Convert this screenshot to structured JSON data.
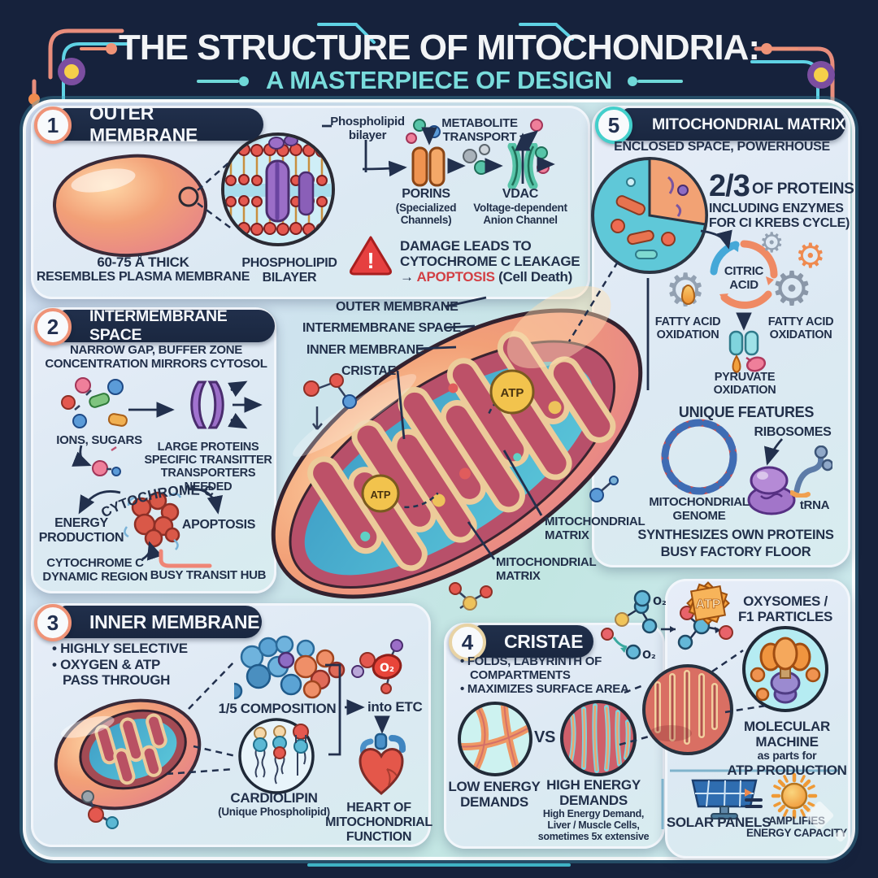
{
  "title": {
    "main": "THE STRUCTURE OF MITOCHONDRIA:",
    "subtitle": "A MASTERPIECE OF DESIGN"
  },
  "colors": {
    "background_navy": "#16223c",
    "panel_light": "#e3ecf6",
    "header_navy": "#1d2b45",
    "accent_teal": "#6fd8d8",
    "accent_salmon": "#ef9377",
    "warning_red": "#e64040",
    "apoptosis_red": "#d23f44",
    "atp_yellow": "#f2c34d",
    "mito_orange": "#f0a172",
    "matrix_blue": "#3e9dc6",
    "cristae_red": "#bd5168"
  },
  "s": {
    "s1": {
      "num": "1",
      "title": "OUTER MEMBRANE",
      "thick": "60-75 Å THICK",
      "resembles": "RESEMBLES PLASMA MEMBRANE",
      "bilayer_cap": [
        "PHOSPHOLIPID",
        "BILAYER"
      ],
      "bilayer_label": [
        "Phospholipid",
        "bilayer"
      ],
      "metabolite": [
        "METABOLITE",
        "TRANSPORT"
      ],
      "porins": [
        "PORINS",
        "(Specialized",
        "Channels)"
      ],
      "vdac": [
        "VDAC",
        "Voltage-dependent",
        "Anion Channel"
      ],
      "bang": "!",
      "warn": [
        "DAMAGE LEADS TO",
        "CYTOCHROME C LEAKAGE"
      ],
      "warn_arrow": "→",
      "warn_red": "APOPTOSIS",
      "warn_tail": "(Cell Death)"
    },
    "s2": {
      "num": "2",
      "title": "INTERMEMBRANE SPACE",
      "sub": [
        "NARROW GAP, BUFFER ZONE",
        "CONCENTRATION MIRRORS CYTOSOL"
      ],
      "ions": "IONS, SUGARS",
      "large": [
        "LARGE PROTEINS",
        "SPECIFIC TRANSITTER",
        "TRANSPORTERS",
        "NEEDED"
      ],
      "arc": "CYTOCHROME C",
      "energy": [
        "ENERGY",
        "PRODUCTION"
      ],
      "apoptosis": "APOPTOSIS",
      "cytdyn": [
        "CYTOCHROME C",
        "DYNAMIC REGION"
      ],
      "transit": "BUSY TRANSIT HUB"
    },
    "s3": {
      "num": "3",
      "title": "INNER MEMBRANE",
      "b1": "• HIGHLY SELECTIVE",
      "b2": [
        "• OXYGEN & ATP",
        "PASS THROUGH"
      ],
      "comp": "1/5 COMPOSITION",
      "cardio": [
        "CARDIOLIPIN",
        "(Unique Phospholipid)"
      ],
      "etc": "into ETC",
      "heart": [
        "HEART OF",
        "MITOCHONDRIAL",
        "FUNCTION"
      ],
      "o2": "O₂"
    },
    "s4": {
      "num": "4",
      "title": "CRISTAE",
      "b1": [
        "• FOLDS, LABYRINTH OF",
        "COMPARTMENTS"
      ],
      "b2": "• MAXIMIZES SURFACE AREA",
      "vs": "VS",
      "low": [
        "LOW ENERGY",
        "DEMANDS"
      ],
      "high": [
        "HIGH ENERGY",
        "DEMANDS"
      ],
      "hsub": [
        "High Energy Demand,",
        "Liver / Muscle Cells,",
        "sometimes 5x extensive"
      ],
      "o2a": "O₂",
      "o2b": "O₂",
      "atp_star": "ATP"
    },
    "s5": {
      "num": "5",
      "title": "MITOCHONDRIAL MATRIX",
      "sub": "ENCLOSED SPACE, POWERHOUSE",
      "frac": "2/3",
      "frac_rest": "OF PROTEINS",
      "enz": [
        "INCLUDING ENZYMES",
        "FOR CI KREBS CYCLE)"
      ],
      "citric": [
        "CITRIC",
        "ACID"
      ],
      "fattyl": [
        "FATTY ACID",
        "OXIDATION"
      ],
      "fattyr": [
        "FATTY ACID",
        "OXIDATION"
      ],
      "pyr": [
        "PYRUVATE",
        "OXIDATION"
      ],
      "unique": "UNIQUE FEATURES",
      "genome": [
        "MITOCHONDRIAL",
        "GENOME"
      ],
      "ribo": "RIBOSOMES",
      "trna": "tRNA",
      "synth": "SYNTHESIZES OWN PROTEINS",
      "factory": "BUSY FACTORY FLOOR"
    },
    "s6": {
      "title": [
        "OXYSOMES /",
        "F1 PARTICLES"
      ],
      "machine": [
        "MOLECULAR",
        "MACHINE",
        "as parts for",
        "ATP PRODUCTION"
      ],
      "solar": "SOLAR PANELS",
      "amp": [
        "AMPLIFIES",
        "ENERGY CAPACITY"
      ]
    }
  },
  "central": {
    "outer": "OUTER MEMBRANE",
    "inter": "INTERMEMBRANE SPACE",
    "inner": "INNER MEMBRANE",
    "cristae": "CRISTAE",
    "m1": [
      "MITOCHONDRIAL",
      "MATRIX"
    ],
    "m2": [
      "MITOCHONDRIAL",
      "MATRIX"
    ],
    "atp1": "ATP",
    "atp2": "ATP"
  }
}
